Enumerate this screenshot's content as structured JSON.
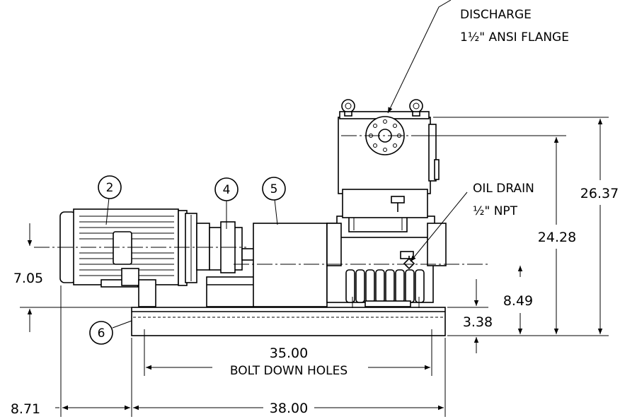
{
  "notes": {
    "discharge_line1": "DISCHARGE",
    "discharge_line2": "1½\" ANSI FLANGE",
    "oil_drain_line1": "OIL DRAIN",
    "oil_drain_line2": "½\" NPT",
    "bolt_down_holes": "BOLT DOWN HOLES"
  },
  "callouts": {
    "motor": "2",
    "coupling": "4",
    "guard": "5",
    "base": "6"
  },
  "dimensions": {
    "overall_height": "26.37",
    "flange_height": "24.28",
    "shaft_height": "8.49",
    "base_height": "3.38",
    "motor_shaft_height": "7.05",
    "bolt_spacing": "35.00",
    "base_length": "38.00",
    "motor_overhang": "8.71"
  }
}
